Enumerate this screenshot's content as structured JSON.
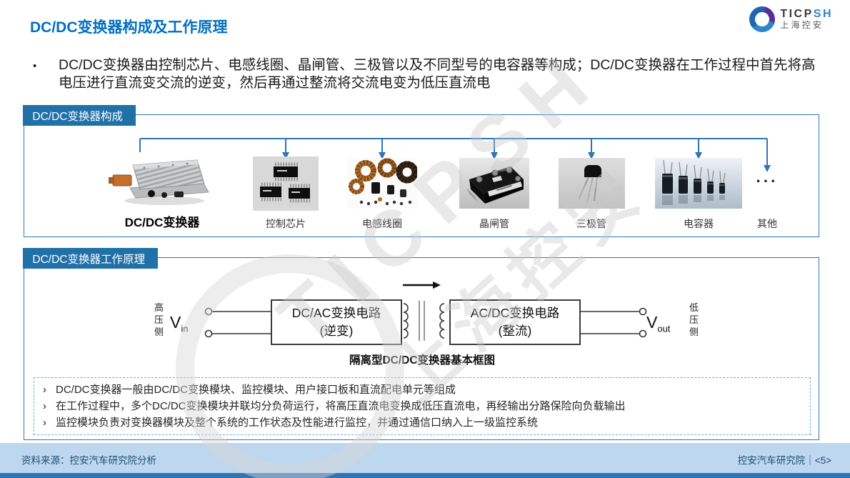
{
  "slide": {
    "title": "DC/DC变换器构成及工作原理",
    "logo": {
      "brand_black": "TICP",
      "brand_blue": "SH",
      "brand_sub": "上海控安"
    },
    "intro": {
      "marker": "•",
      "text": "DC/DC变换器由控制芯片、电感线圈、晶闸管、三极管以及不同型号的电容器等构成；DC/DC变换器在工作过程中首先将高电压进行直流变交流的逆变，然后再通过整流将交流电变为低压直流电"
    },
    "composition": {
      "header": "DC/DC变换器构成",
      "root": {
        "label": "DC/DC变换器"
      },
      "others_glyph": "···",
      "items": [
        {
          "label": "控制芯片"
        },
        {
          "label": "电感线圈"
        },
        {
          "label": "晶闸管"
        },
        {
          "label": "三极管"
        },
        {
          "label": "电容器"
        },
        {
          "label": "其他"
        }
      ]
    },
    "principle": {
      "header": "DC/DC变换器工作原理",
      "high_side": "高压侧",
      "low_side": "低压侧",
      "vin_base": "V",
      "vin_sub": "in",
      "vout_base": "V",
      "vout_sub": "out",
      "inverter_line1": "DC/AC变换电路",
      "inverter_line2": "(逆变)",
      "rectifier_line1": "AC/DC变换电路",
      "rectifier_line2": "(整流)",
      "caption": "隔离型DC/DC变换器基本框图",
      "notes_marker": "›",
      "notes": [
        "DC/DC变换器一般由DC/DC变换模块、监控模块、用户接口板和直流配电单元等组成",
        "在工作过程中，多个DC/DC变换模块并联均分负荷运行，将高压直流电变换成低压直流电，再经输出分路保险向负载输出",
        "监控模块负责对变换器模块及整个系统的工作状态及性能进行监控，并通过通信口纳入上一级监控系统"
      ]
    },
    "watermark": {
      "line1": "TICPSH",
      "line2": "上海控安"
    },
    "footer": {
      "source": "资料来源：控安汽车研究院分析",
      "right": "控安汽车研究院｜<5>"
    },
    "colors": {
      "title_blue": "#0070C0",
      "tab_blue": "#2171A9",
      "box_border": "#2E75B6",
      "footer_bar": "#BDD7EE",
      "footer_strip": "#2E75B6",
      "footer_text": "#1F4E79"
    }
  }
}
